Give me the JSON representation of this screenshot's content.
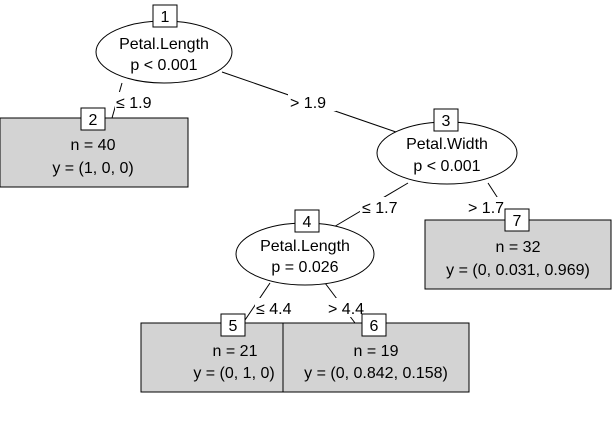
{
  "tree": {
    "nodes": [
      {
        "id": "1",
        "type": "inner",
        "variable": "Petal.Length",
        "p": "p < 0.001"
      },
      {
        "id": "2",
        "type": "terminal",
        "n": "n = 40",
        "y": "y = (1, 0, 0)"
      },
      {
        "id": "3",
        "type": "inner",
        "variable": "Petal.Width",
        "p": "p < 0.001"
      },
      {
        "id": "4",
        "type": "inner",
        "variable": "Petal.Length",
        "p": "p = 0.026"
      },
      {
        "id": "5",
        "type": "terminal",
        "n": "n = 21",
        "y": "y = (0, 1, 0)"
      },
      {
        "id": "6",
        "type": "terminal",
        "n": "n = 19",
        "y": "y = (0, 0.842, 0.158)"
      },
      {
        "id": "7",
        "type": "terminal",
        "n": "n = 32",
        "y": "y = (0, 0.031, 0.969)"
      }
    ],
    "edges": [
      {
        "from": "1",
        "to": "2",
        "label": "≤ 1.9"
      },
      {
        "from": "1",
        "to": "3",
        "label": "> 1.9"
      },
      {
        "from": "3",
        "to": "4",
        "label": "≤ 1.7"
      },
      {
        "from": "3",
        "to": "7",
        "label": "> 1.7"
      },
      {
        "from": "4",
        "to": "5",
        "label": "≤ 4.4"
      },
      {
        "from": "4",
        "to": "6",
        "label": "> 4.4"
      }
    ]
  },
  "colors": {
    "terminal_fill": "#d3d3d3",
    "line": "#000000",
    "background": "#ffffff"
  }
}
